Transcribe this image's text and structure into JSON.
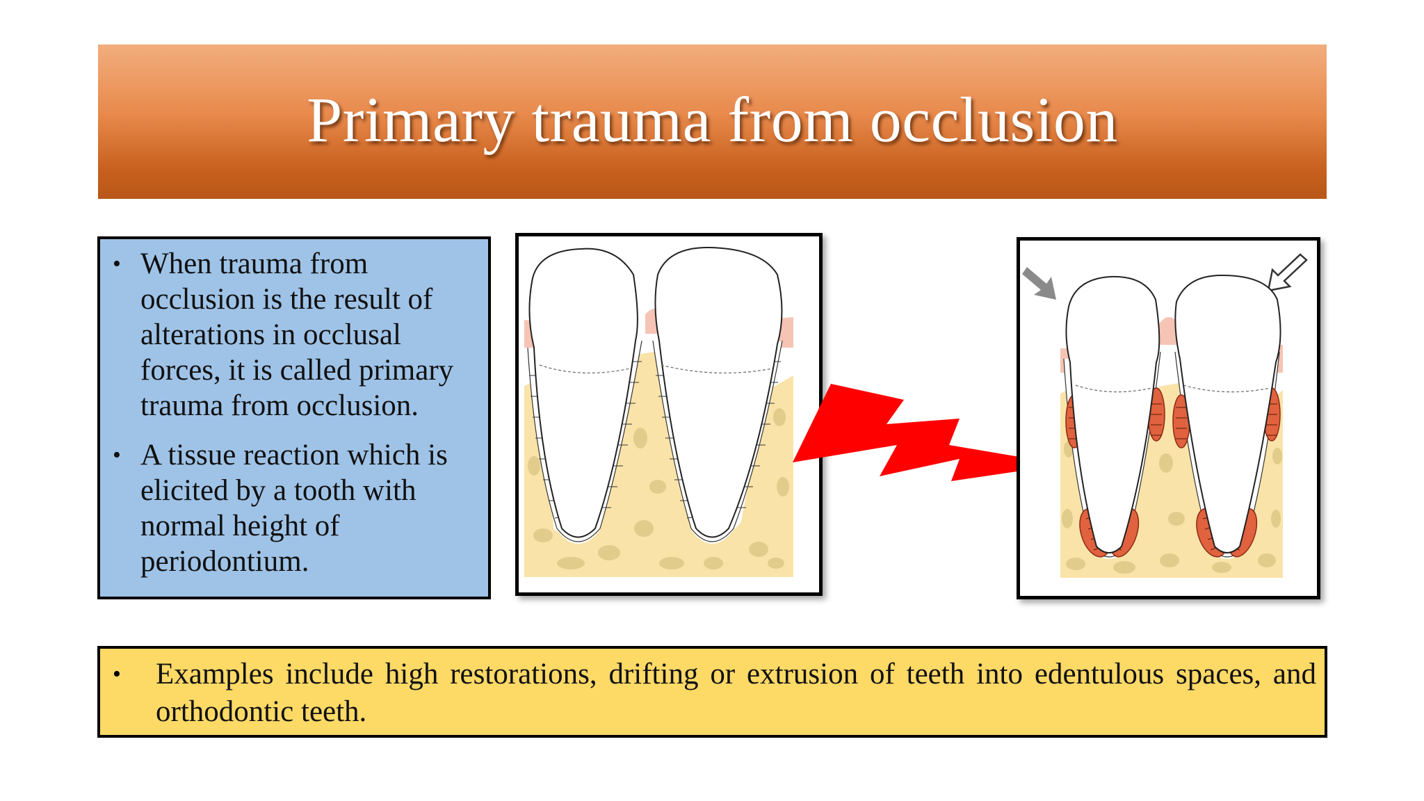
{
  "slide": {
    "title": "Primary trauma from occlusion",
    "definition_bullets": [
      "When trauma from occlusion is the result of alterations in occlusal forces, it is called primary trauma from occlusion.",
      "A tissue reaction which is elicited by a tooth with normal height of periodontium."
    ],
    "examples_bullet": "Examples include high restorations, drifting or extrusion of teeth into edentulous spaces, and orthodontic teeth.",
    "bullet_glyph": "•"
  },
  "illustrations": {
    "left": "healthy-teeth-periodontium",
    "arrow": "red-lightning-arrow",
    "right": "traumatized-teeth-periodontium",
    "force_arrows": [
      "arrow-down-right-gray",
      "arrow-down-left-outline"
    ]
  },
  "colors": {
    "title_gradient_top": "#f2ad7e",
    "title_gradient_bottom": "#b85718",
    "blue_box": "#9fc3e7",
    "yellow_box": "#fdd966",
    "bone": "#f9e3a8",
    "bone_cavity": "#e2cc8c",
    "gingiva": "#f6c4b4",
    "lesion": "#e0623e",
    "bolt": "#ff0000"
  }
}
